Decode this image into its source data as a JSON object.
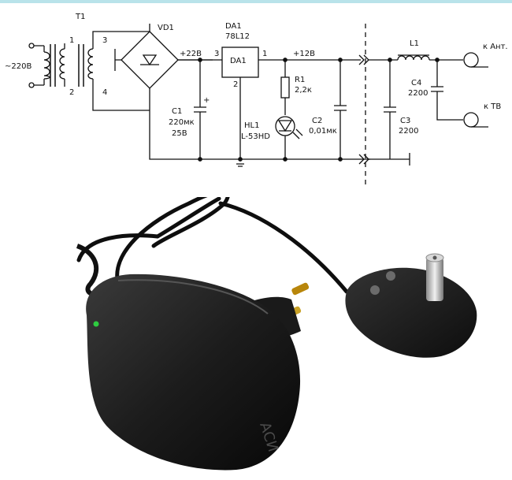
{
  "schematic": {
    "input_label": "~220В",
    "transformer": {
      "ref": "T1",
      "pin1": "1",
      "pin2": "2",
      "pin3": "3",
      "pin4": "4"
    },
    "bridge": {
      "ref": "VD1"
    },
    "rail_22v": "+22В",
    "regulator": {
      "ref": "DA1",
      "part": "78L12",
      "body_label": "DA1",
      "pin_in": "3",
      "pin_out": "1",
      "pin_gnd": "2"
    },
    "rail_12v": "+12В",
    "c1": {
      "ref": "C1",
      "value": "220мк",
      "voltage": "25В",
      "plus": "+"
    },
    "r1": {
      "ref": "R1",
      "value": "2,2к"
    },
    "hl1": {
      "ref": "HL1",
      "part": "L-53HD"
    },
    "c2": {
      "ref": "C2",
      "value": "0,01мк"
    },
    "c3": {
      "ref": "C3",
      "value": "2200"
    },
    "c4": {
      "ref": "C4",
      "value": "2200"
    },
    "l1": {
      "ref": "L1"
    },
    "out_antenna": "к Ант.",
    "out_tv": "к ТВ"
  },
  "photo": {
    "body_marking": "АСИ"
  }
}
